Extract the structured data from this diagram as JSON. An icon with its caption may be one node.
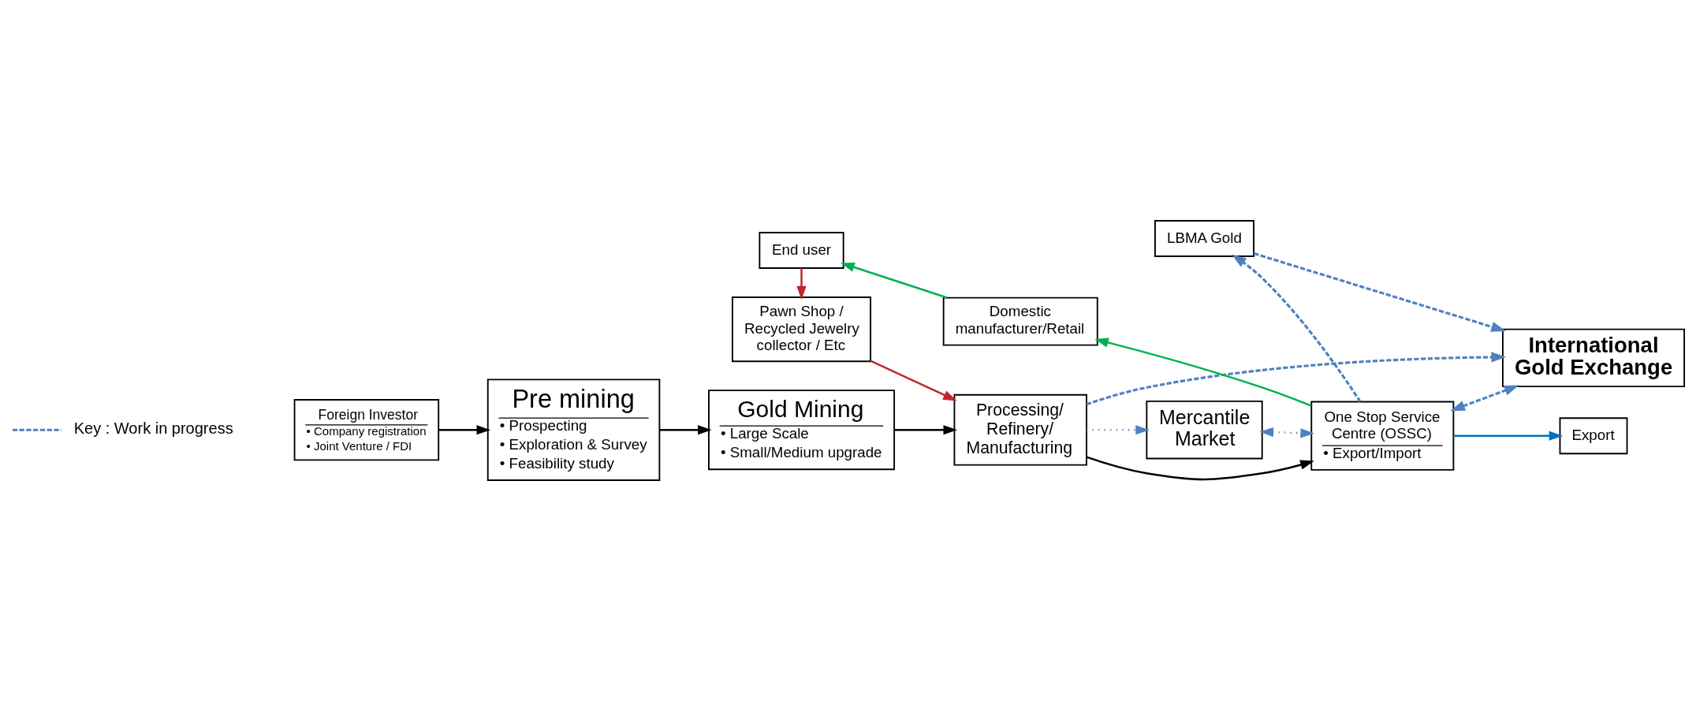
{
  "diagram": {
    "nodes": [
      {
        "text": [
          "Foreign Investor",
          "• Company registration",
          "• Joint Venture / FDI"
        ]
      },
      {
        "text": [
          "Pre mining",
          "• Prospecting",
          "• Exploration & Survey",
          "• Feasibility study"
        ]
      },
      {
        "text": [
          "Gold Mining",
          "• Large Scale",
          "• Small/Medium upgrade"
        ]
      },
      {
        "text": [
          "Processing/ Refinery/ Manufacturing"
        ]
      },
      {
        "text": [
          "LBMA Gold"
        ]
      },
      {
        "text": [
          "International Gold Exchange"
        ]
      },
      {
        "text": [
          "Mercantile Market"
        ]
      },
      {
        "text": [
          "One Stop Service Centre (OSSC)",
          "• Export/Import"
        ]
      },
      {
        "text": [
          "Pawn Shop / Recycled Jewelry collector / Etc"
        ]
      },
      {
        "text": [
          "End user"
        ]
      },
      {
        "text": [
          "Domestic manufacturer/Retail"
        ]
      },
      {
        "text": [
          "Export"
        ]
      }
    ],
    "edges": [
      {
        "from": 0,
        "to": 1,
        "arrow": "to",
        "color": "#000000"
      },
      {
        "from": 1,
        "to": 2,
        "arrow": "to",
        "color": "#000000"
      },
      {
        "from": 2,
        "to": 3,
        "arrow": "to",
        "color": "#000000"
      },
      {
        "from": 3,
        "to": 5,
        "arrow": "to",
        "style": "dashed",
        "color": "#4f81bd"
      },
      {
        "from": 4,
        "to": 5,
        "arrow": "to",
        "style": "dashed",
        "color": "#4f81bd"
      },
      {
        "from": 3,
        "to": 6,
        "arrow": "to",
        "style": "dashed",
        "color": "#4f81bd"
      },
      {
        "from": 6,
        "to": 7,
        "arrow": "both",
        "style": "dashed",
        "color": "#4f81bd"
      },
      {
        "from": 3,
        "to": 7,
        "arrow": "to",
        "color": "#000000"
      },
      {
        "from": 7,
        "to": 5,
        "arrow": "both",
        "style": "dashed",
        "color": "#4f81bd"
      },
      {
        "from": 7,
        "to": 4,
        "arrow": "to",
        "style": "dashed",
        "color": "#4f81bd"
      },
      {
        "from": 8,
        "to": 3,
        "arrow": "to",
        "color": "#c0272d"
      },
      {
        "from": 9,
        "to": 8,
        "arrow": "to",
        "color": "#c0272d"
      },
      {
        "from": 7,
        "to": 10,
        "arrow": "to",
        "color": "#00b050"
      },
      {
        "from": 10,
        "to": 9,
        "arrow": "to",
        "color": "#00b050"
      },
      {
        "from": 7,
        "to": 11,
        "arrow": "to",
        "color": "#0070c0"
      }
    ],
    "legend": [
      {
        "text": "Key : Work in progress"
      }
    ]
  }
}
